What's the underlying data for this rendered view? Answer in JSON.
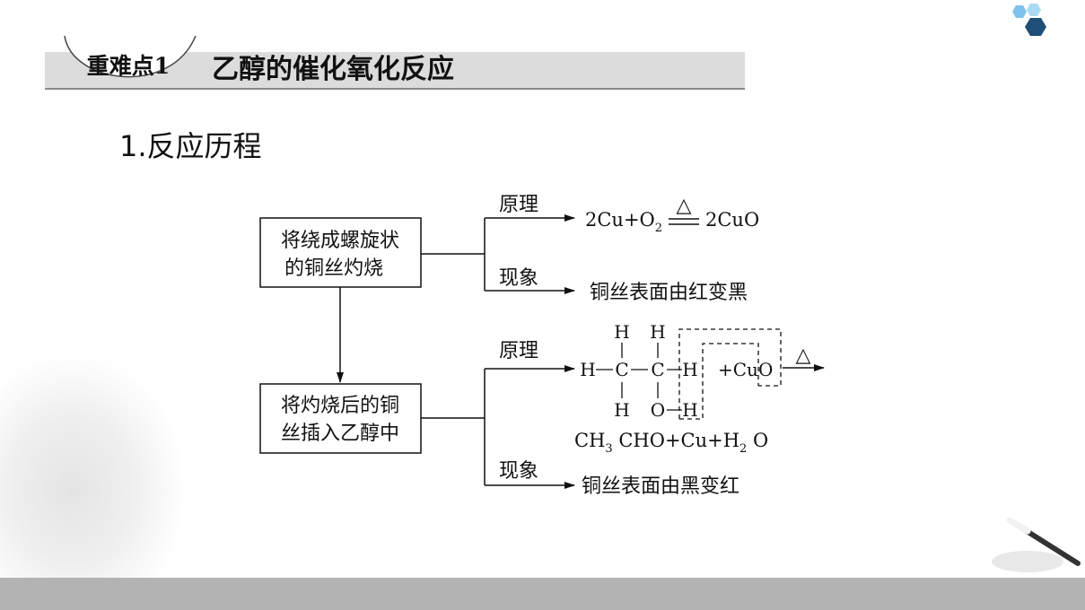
{
  "header": {
    "badge": "重难点1",
    "title": "乙醇的催化氧化反应"
  },
  "section": {
    "heading": "1.反应历程"
  },
  "diagram": {
    "step1": {
      "line1": "将绕成螺旋状",
      "line2": "的铜丝灼烧"
    },
    "step2": {
      "line1": "将灼烧后的铜",
      "line2": "丝插入乙醇中"
    },
    "branch1": {
      "principle_label": "原理",
      "principle_equation": {
        "reactants": "2Cu+O",
        "sub": "2",
        "condition": "△",
        "product": "2CuO"
      },
      "phenomenon_label": "现象",
      "phenomenon_text": "铜丝表面由红变黑"
    },
    "branch2": {
      "principle_label": "原理",
      "structure": {
        "top_h1": "H",
        "top_h2": "H",
        "left_h": "H",
        "c1": "C",
        "c2": "C",
        "right_h": "H",
        "bottom_h": "H",
        "o": "O",
        "oh_h": "H",
        "plus_cuo": "+CuO",
        "condition": "△"
      },
      "products": {
        "part1": "CH",
        "sub1": "3",
        "part2": " CHO+Cu+H",
        "sub2": "2",
        "part3": " O"
      },
      "phenomenon_label": "现象",
      "phenomenon_text": "铜丝表面由黑变红"
    }
  }
}
